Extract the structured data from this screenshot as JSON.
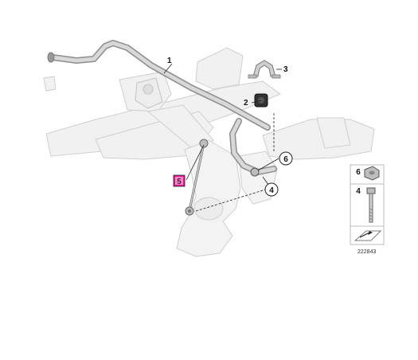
{
  "diagram": {
    "callouts": {
      "c1": "1",
      "c2": "2",
      "c3": "3",
      "c4": "4",
      "c5": "5",
      "c6": "6"
    },
    "legend": {
      "nut_number": "6",
      "bolt_number": "4"
    },
    "diagram_id": "222843",
    "colors": {
      "highlight": "#e0198f",
      "part_fill": "#efefef",
      "part_stroke": "#c9c9c9",
      "line": "#222222"
    }
  }
}
